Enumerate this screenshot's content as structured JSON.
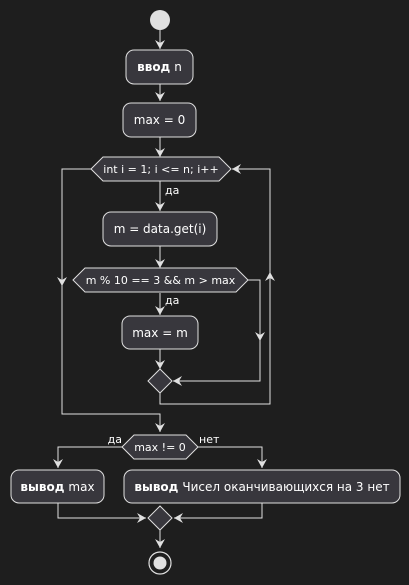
{
  "diagram": {
    "input_keyword": "ввод",
    "input_var": "n",
    "init_max": "max = 0",
    "loop": "int i = 1; i <= n; i++",
    "loop_yes": "да",
    "get_item": "m = data.get(i)",
    "condition": "m % 10 == 3 && m > max",
    "condition_yes": "да",
    "assign_max": "max = m",
    "check_max": "max != 0",
    "check_yes": "да",
    "check_no": "нет",
    "output_keyword_1": "вывод",
    "output_value_1": "max",
    "output_keyword_2": "вывод",
    "output_value_2": "Чисел оканчивающихся на 3 нет"
  },
  "colors": {
    "background": "#1e1e1e",
    "node_fill": "#38373d",
    "border": "#e0e0e0",
    "text": "#ffffff"
  }
}
